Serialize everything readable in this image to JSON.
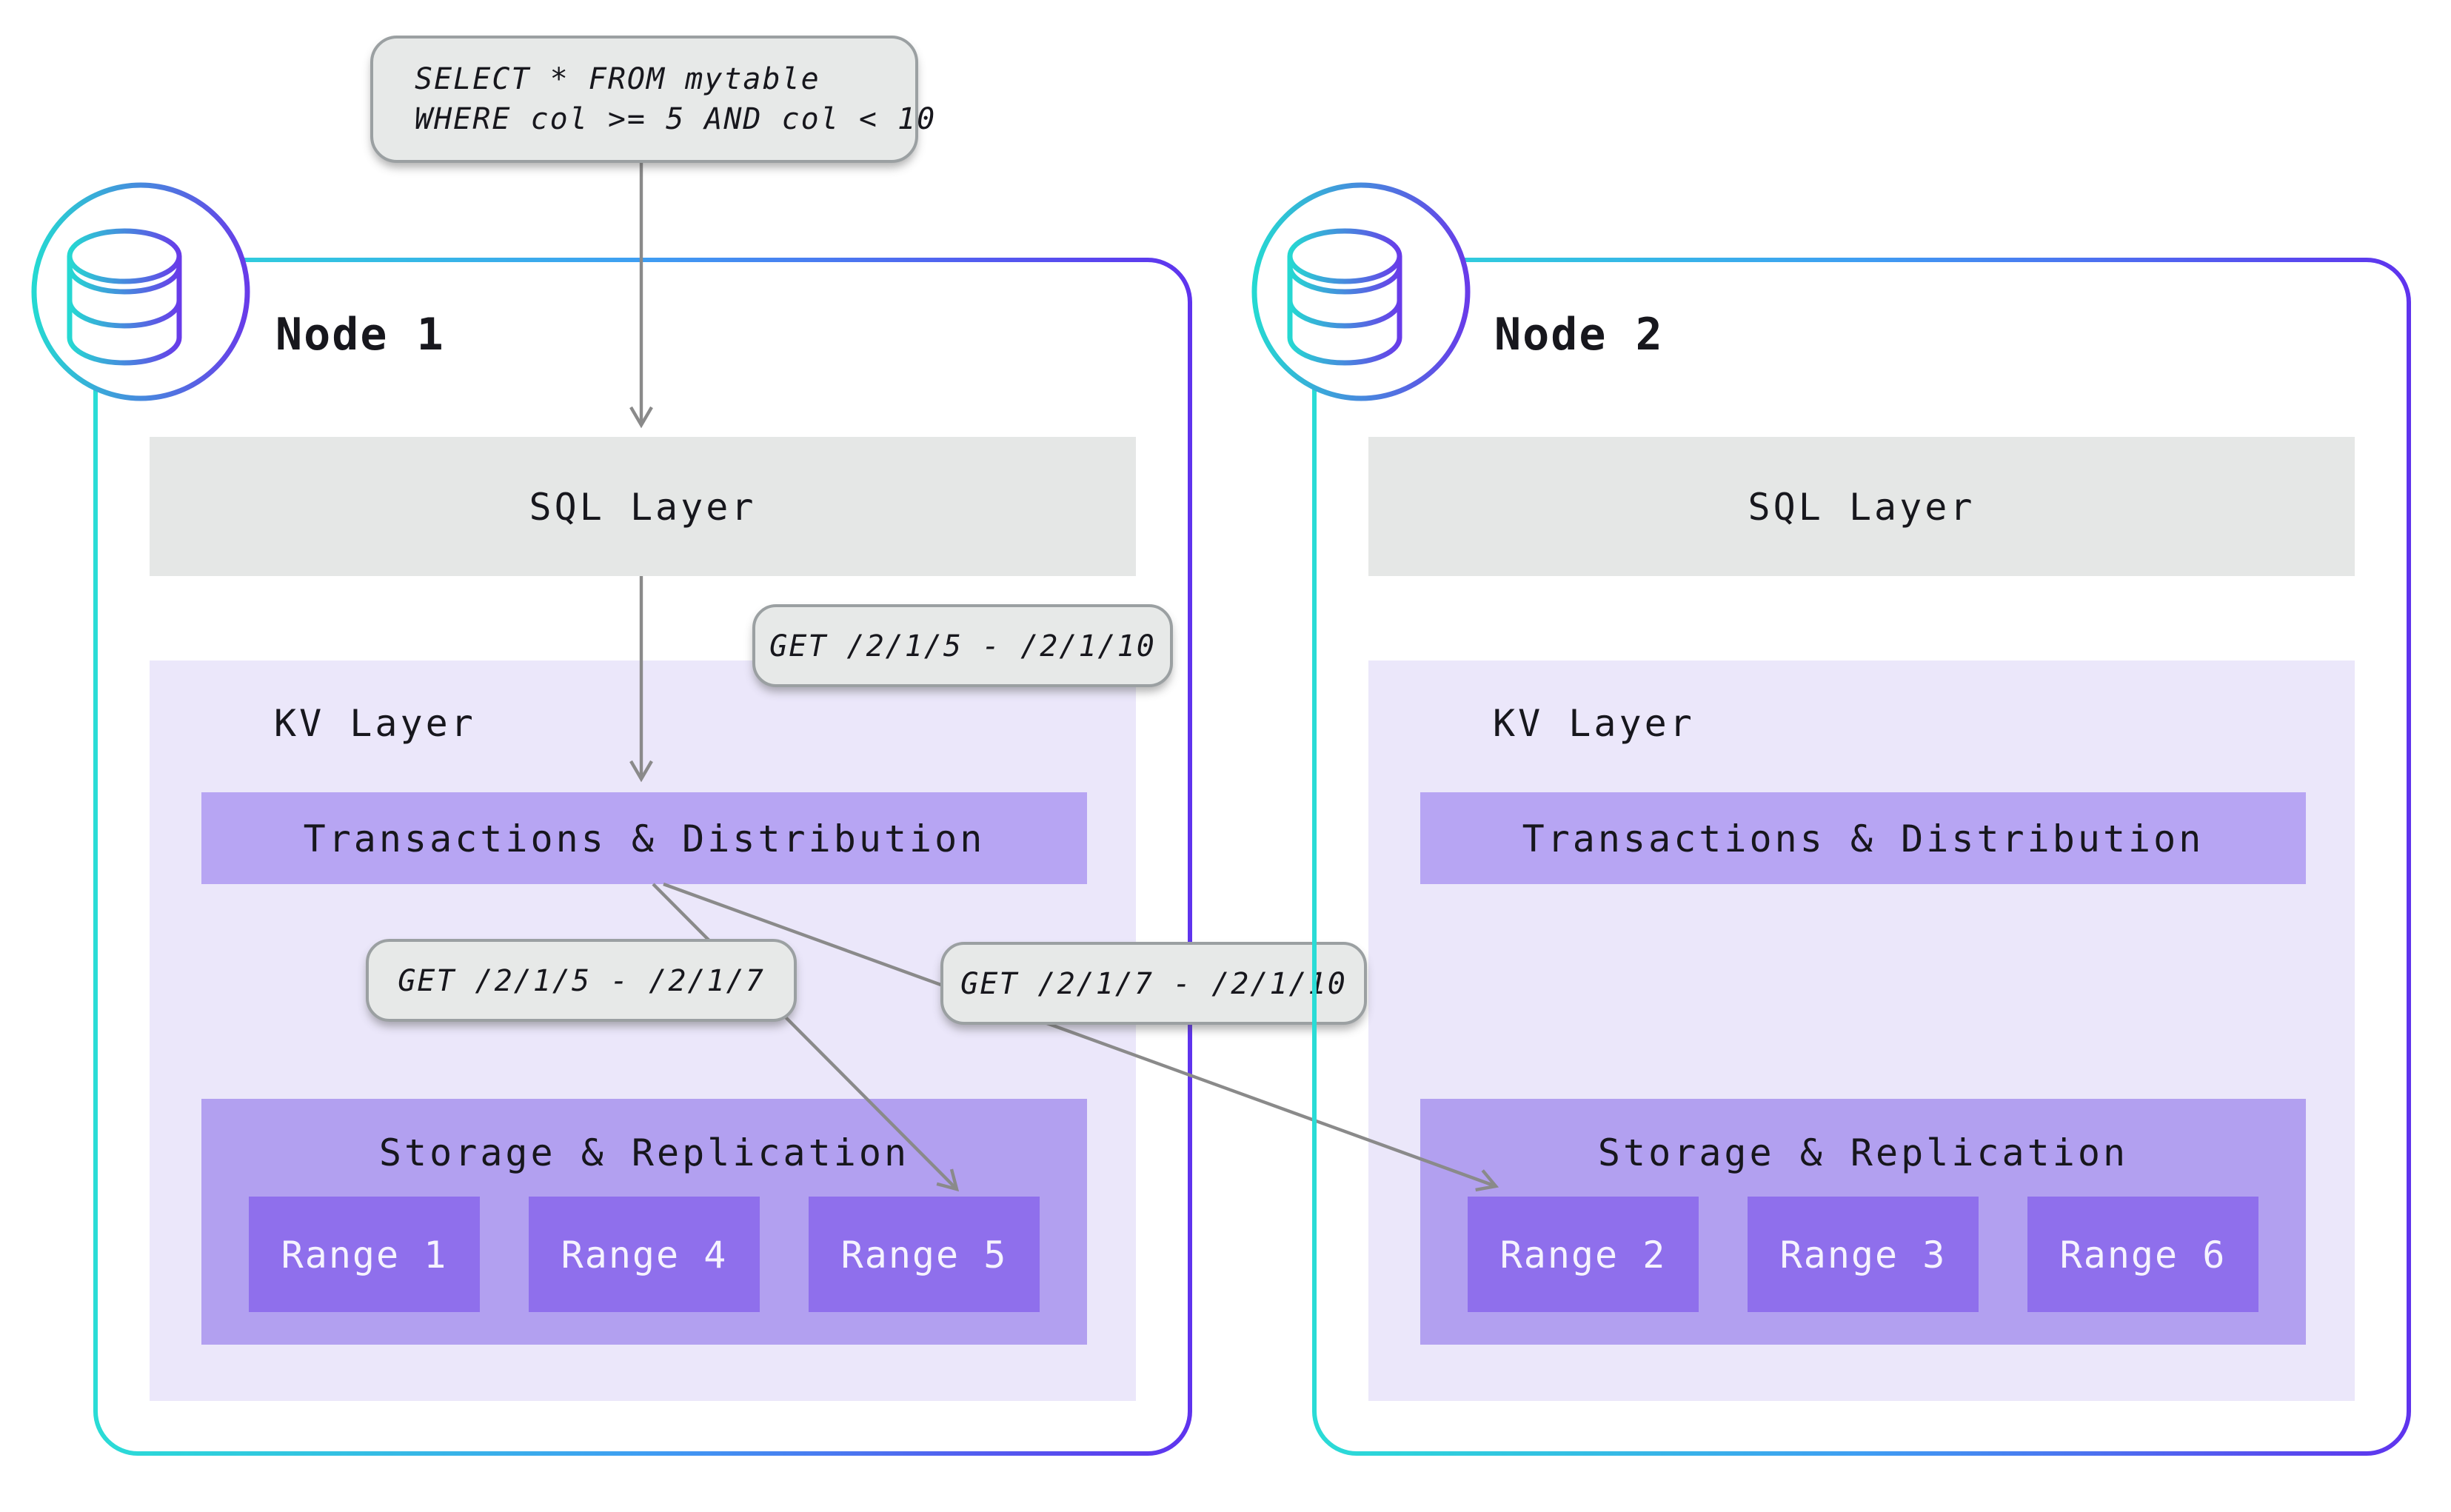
{
  "query_box": {
    "line1": "SELECT * FROM mytable",
    "line2": "WHERE col >= 5 AND col < 10"
  },
  "callouts": {
    "get_full": "GET /2/1/5 - /2/1/10",
    "get_left": "GET /2/1/5 - /2/1/7",
    "get_right": "GET /2/1/7 - /2/1/10"
  },
  "nodes": [
    {
      "name": "Node 1",
      "sql_layer": "SQL Layer",
      "kv_layer": "KV Layer",
      "transactions": "Transactions & Distribution",
      "storage": "Storage & Replication",
      "ranges": [
        "Range 1",
        "Range 4",
        "Range 5"
      ]
    },
    {
      "name": "Node 2",
      "sql_layer": "SQL Layer",
      "kv_layer": "KV Layer",
      "transactions": "Transactions & Distribution",
      "storage": "Storage & Replication",
      "ranges": [
        "Range 2",
        "Range 3",
        "Range 6"
      ]
    }
  ],
  "colors": {
    "node_gradient_start": "#2adcd6",
    "node_gradient_mid": "#3f9ef2",
    "node_gradient_end": "#5f33ee",
    "sql_bar": "#e5e7e6",
    "kv_panel": "#ebe7fa",
    "txn_bar": "#b7a5f3",
    "storage_panel": "#b2a0f0",
    "range_box": "#8f6fec",
    "range_text": "#f6f3fe",
    "callout_bg": "#e7e9e8",
    "callout_border": "#9ba0a2",
    "arrow": "#8a8a8a",
    "text_dark": "#17171d"
  }
}
